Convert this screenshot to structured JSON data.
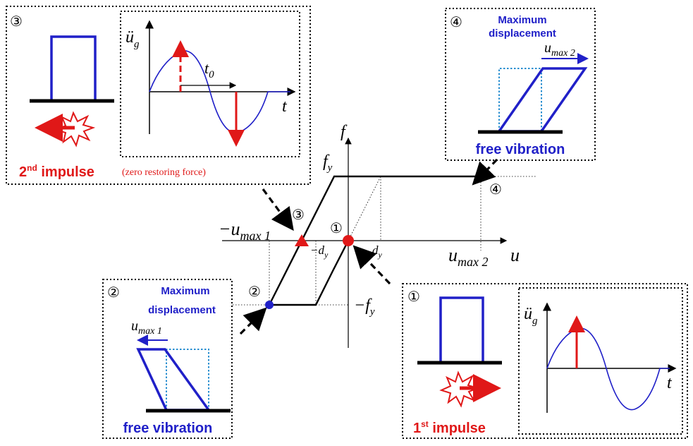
{
  "markers": {
    "one": "①",
    "two": "②",
    "three": "③",
    "four": "④"
  },
  "graph": {
    "f": "f",
    "u": "u",
    "f_y_base": "f",
    "f_y_sub": "y",
    "neg_f_y_base": "−f",
    "neg_f_y_sub": "y",
    "d_y_base": "d",
    "d_y_sub": "y",
    "neg_d_y_base": "−d",
    "neg_d_y_sub": "y",
    "neg_umax1_base": "−u",
    "neg_umax1_sub": "max 1",
    "umax2_base": "u",
    "umax2_sub": "max 2"
  },
  "panel3": {
    "ug_base": "ü",
    "ug_sub": "g",
    "t0_base": "t",
    "t0_sub": "0",
    "t_axis": "t",
    "title_prefix": "2",
    "title_sup": "nd",
    "title_rest": " impulse",
    "note": "(zero restoring force)"
  },
  "panel4": {
    "max_disp_line1": "Maximum",
    "max_disp_line2": "displacement",
    "umax_base": "u",
    "umax_sub": "max 2",
    "free_vibration": "free vibration"
  },
  "panel2": {
    "max_disp_line1": "Maximum",
    "max_disp_line2": "displacement",
    "umax_base": "u",
    "umax_sub": "max 1",
    "free_vibration": "free vibration"
  },
  "panel1": {
    "ug_base": "ü",
    "ug_sub": "g",
    "t_axis": "t",
    "title_prefix": "1",
    "title_sup": "st",
    "title_rest": "  impulse"
  },
  "colors": {
    "blue": "#2020c8",
    "red": "#e01818",
    "dotted_blue": "#2a8fd0"
  }
}
